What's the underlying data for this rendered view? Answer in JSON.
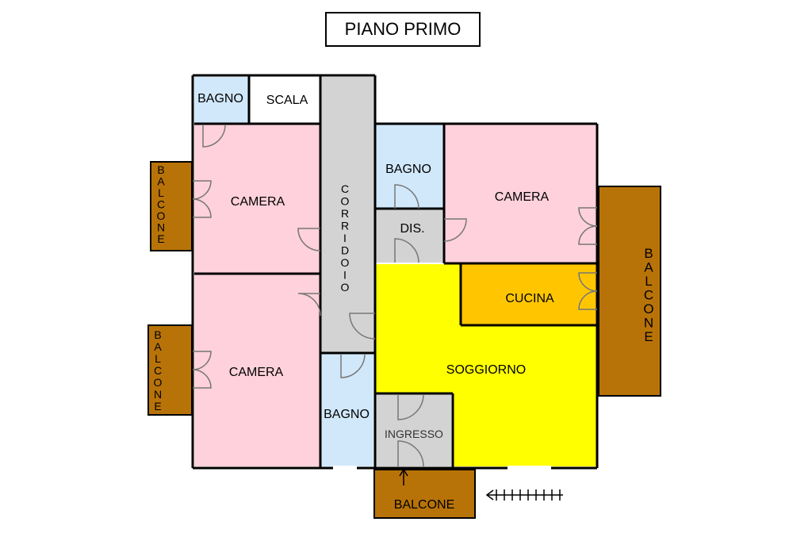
{
  "title": "PIANO PRIMO",
  "colors": {
    "camera": "#ffd1dc",
    "bagno": "#d1e8fb",
    "corridoio": "#d3d3d3",
    "soggiorno": "#ffff00",
    "cucina": "#ffc600",
    "balcone": "#b87308",
    "wall": "#000000",
    "door": "#777777"
  },
  "rooms": {
    "bagno_top": "BAGNO",
    "scala": "SCALA",
    "camera_top_left": "CAMERA",
    "corridoio": [
      "C",
      "O",
      "R",
      "R",
      "I",
      "D",
      "O",
      "I",
      "O"
    ],
    "bagno_center": "BAGNO",
    "dis": "DIS.",
    "camera_top_right": "CAMERA",
    "cucina": "CUCINA",
    "soggiorno": "SOGGIORNO",
    "camera_bottom_left": "CAMERA",
    "bagno_bottom": "BAGNO",
    "ingresso": "INGRESSO"
  },
  "balconies": {
    "left_top": [
      "B",
      "A",
      "L",
      "C",
      "O",
      "N",
      "E"
    ],
    "left_bottom": [
      "B",
      "A",
      "L",
      "C",
      "O",
      "N",
      "E"
    ],
    "right": [
      "B",
      "A",
      "L",
      "C",
      "O",
      "N",
      "E"
    ],
    "bottom": "BALCONE"
  }
}
